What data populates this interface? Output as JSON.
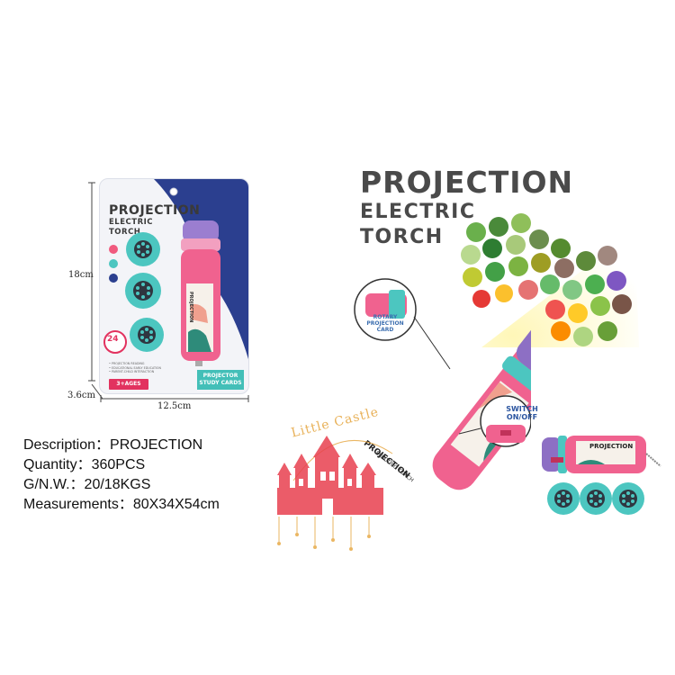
{
  "package": {
    "title_line1": "PROJECTION",
    "title_line2": "ELECTRIC",
    "title_line3": "TORCH",
    "bullets": [
      "• PROJECTION READING",
      "• EDUCATIONAL EARLY EDUCATION",
      "• PARENT-CHILD INTERACTION"
    ],
    "ages_badge": "3+AGES",
    "study_line1": "PROJECTOR",
    "study_line2": "STUDY CARDS",
    "badge_number": "24",
    "torch_text": "PROJECTION"
  },
  "dimensions": {
    "height": "18cm",
    "depth": "3.6cm",
    "width": "12.5cm"
  },
  "description": {
    "line1": "Description：PROJECTION",
    "line2": "Quantity：360PCS",
    "line3": "G/N.W.：20/18KGS",
    "line4": "Measurements：80X34X54cm"
  },
  "headline": {
    "line1": "PROJECTION",
    "line2": "ELECTRIC",
    "line3": "TORCH"
  },
  "callouts": {
    "rotary_line1": "ROTARY",
    "rotary_line2": "PROJECTION CARD",
    "switch_line1": "SWITCH",
    "switch_line2": "ON/OFF"
  },
  "torch": {
    "main_label_1": "PROJECTION",
    "main_label_2": "ELECTRIC TORCH",
    "small_label": "PROJECTION"
  },
  "watermark": {
    "text": "Little Castle"
  },
  "colors": {
    "pink": "#f0628f",
    "pink_light": "#f7a3c0",
    "teal": "#4cc6c0",
    "purple": "#8d6fc4",
    "navy": "#2b3f8f",
    "title_gray": "#4a4a4a",
    "castle_red": "#e8404f",
    "castle_gold": "#e5a43c"
  }
}
